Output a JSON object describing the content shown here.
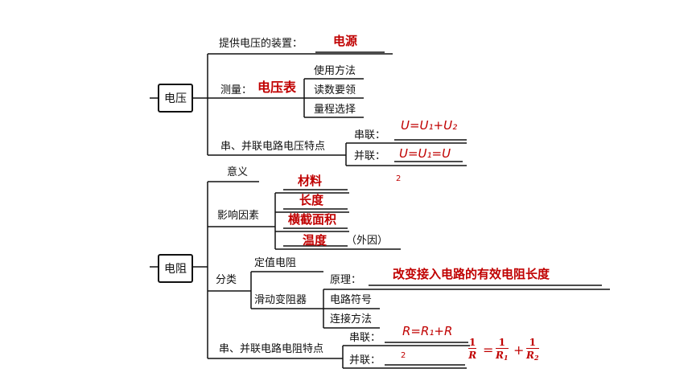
{
  "voltage": {
    "title": "电压",
    "source": {
      "label": "提供电压的装置：",
      "answer": "电源"
    },
    "measure": {
      "label": "测量：",
      "answer": "电压表",
      "items": [
        "使用方法",
        "读数要领",
        "量程选择"
      ]
    },
    "series_parallel": {
      "label": "串、并联电路电压特点",
      "series": {
        "label": "串联：",
        "formula": "U=U₁+U₂"
      },
      "parallel": {
        "label": "并联：",
        "formula": "U=U₁=U",
        "subscript": "2"
      }
    }
  },
  "resistance": {
    "title": "电阻",
    "meaning": "意义",
    "factors": {
      "label": "影响因素",
      "items": [
        "材料",
        "长度",
        "横截面积",
        "温度"
      ],
      "external_note": "（外因）"
    },
    "classification": {
      "label": "分类",
      "fixed": "定值电阻",
      "rheostat": {
        "label": "滑动变阻器",
        "principle": {
          "label": "原理：",
          "answer": "改变接入电路的有效电阻长度"
        },
        "symbol": "电路符号",
        "connection": "连接方法"
      }
    },
    "series_parallel": {
      "label": "串、并联电路电阻特点",
      "series": {
        "label": "串联：",
        "formula": "R=R₁+R",
        "subscript": "2"
      },
      "parallel": {
        "label": "并联：",
        "formula": {
          "lhs": {
            "num": "1",
            "den": "R"
          },
          "equals": "=",
          "t1": {
            "num": "1",
            "den": "R",
            "sub": "1"
          },
          "plus": "+",
          "t2": {
            "num": "1",
            "den": "R",
            "sub": "2"
          }
        }
      }
    }
  },
  "colors": {
    "ink": "#111111",
    "answer": "#c00000",
    "background": "#ffffff"
  }
}
